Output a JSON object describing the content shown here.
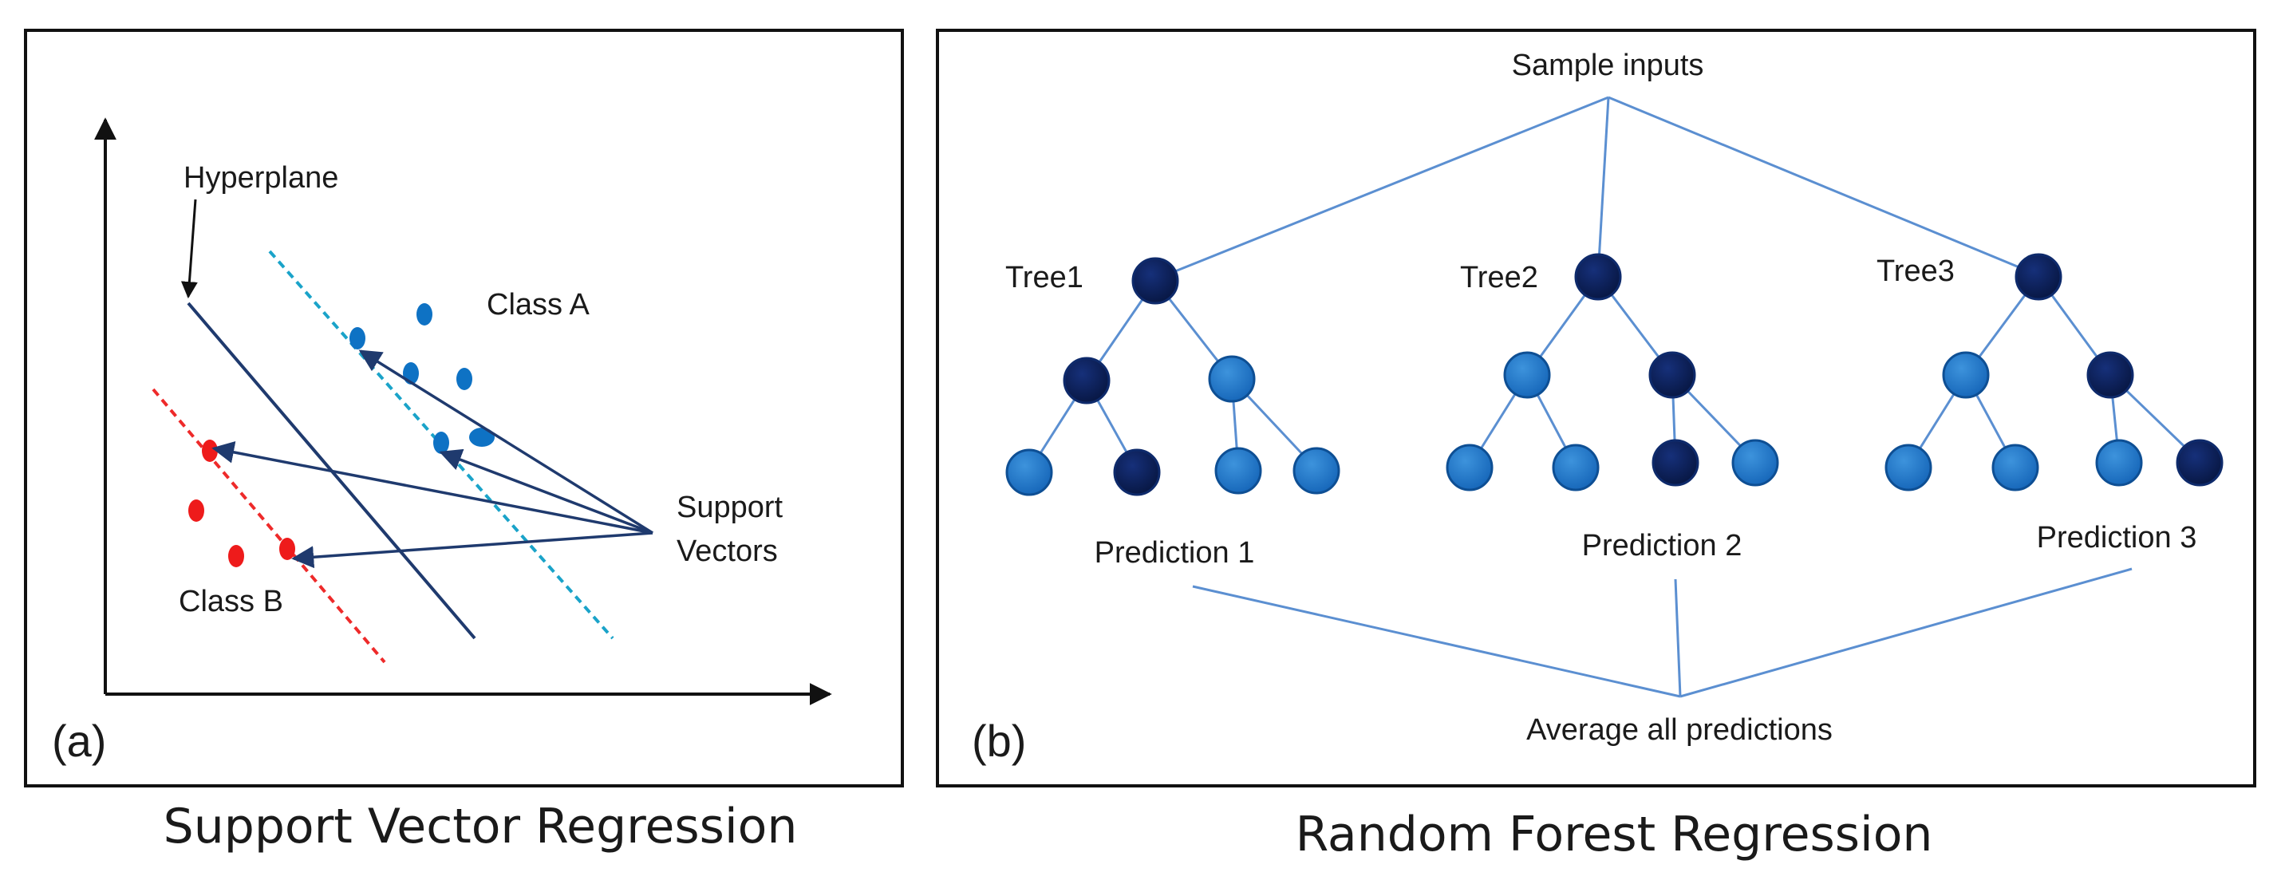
{
  "panel_a": {
    "tag": "(a)",
    "caption": "Support Vector Regression",
    "labels": {
      "hyperplane": "Hyperplane",
      "class_a": "Class A",
      "class_b": "Class B",
      "support_line1": "Support",
      "support_line2": "Vectors"
    },
    "colors": {
      "class_a_point": "#0e72c4",
      "class_b_point": "#ee1b1b",
      "hyperplane_line": "#1f3a6e",
      "margin_a": "#1aa3c9",
      "margin_b": "#ee2a2a",
      "vector_arrow": "#1f3a6e"
    }
  },
  "panel_b": {
    "tag": "(b)",
    "caption": "Random Forest Regression",
    "labels": {
      "sample_inputs": "Sample inputs",
      "tree1": "Tree1",
      "tree2": "Tree2",
      "tree3": "Tree3",
      "prediction1": "Prediction 1",
      "prediction2": "Prediction 2",
      "prediction3": "Prediction 3",
      "average": "Average all predictions"
    },
    "colors": {
      "dark_node": "#0a1f5c",
      "light_node": "#1f77c8",
      "edge": "#5b8fd1"
    }
  }
}
